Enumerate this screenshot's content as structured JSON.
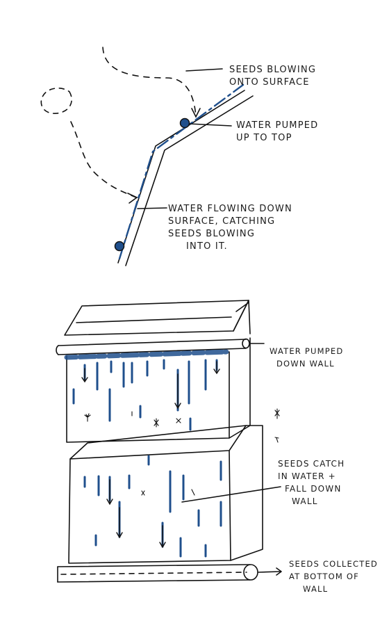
{
  "colors": {
    "ink": "#111111",
    "water": "#1f4f8c"
  },
  "labels": {
    "seeds_blowing": [
      "SEEDS BLOWING",
      "ONTO SURFACE"
    ],
    "water_pumped_top": [
      "WATER PUMPED",
      "UP TO TOP"
    ],
    "water_flowing": [
      "WATER FLOWING DOWN",
      "SURFACE, CATCHING",
      "SEEDS BLOWING",
      "INTO IT."
    ],
    "water_pumped_wall": [
      "WATER PUMPED",
      "DOWN WALL"
    ],
    "seeds_catch": [
      "SEEDS CATCH",
      "IN WATER +",
      "FALL DOWN",
      "WALL"
    ],
    "seeds_collected": [
      "SEEDS COLLECTED",
      "AT BOTTOM OF",
      "WALL"
    ]
  }
}
